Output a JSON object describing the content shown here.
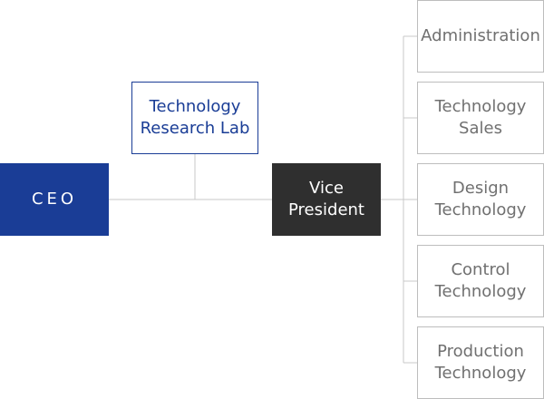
{
  "org_chart": {
    "ceo": "CEO",
    "research_lab": "Technology\nResearch Lab",
    "vice_president": "Vice\nPresident",
    "departments": [
      "Administration",
      "Technology\nSales",
      "Design\nTechnology",
      "Control\nTechnology",
      "Production\nTechnology"
    ]
  },
  "colors": {
    "ceo_fill": "#1a3d96",
    "vice_president_fill": "#2f2f2f",
    "research_lab_border": "#1a3d96",
    "department_border": "#bdbdbd",
    "connector": "#c8c8c8"
  }
}
